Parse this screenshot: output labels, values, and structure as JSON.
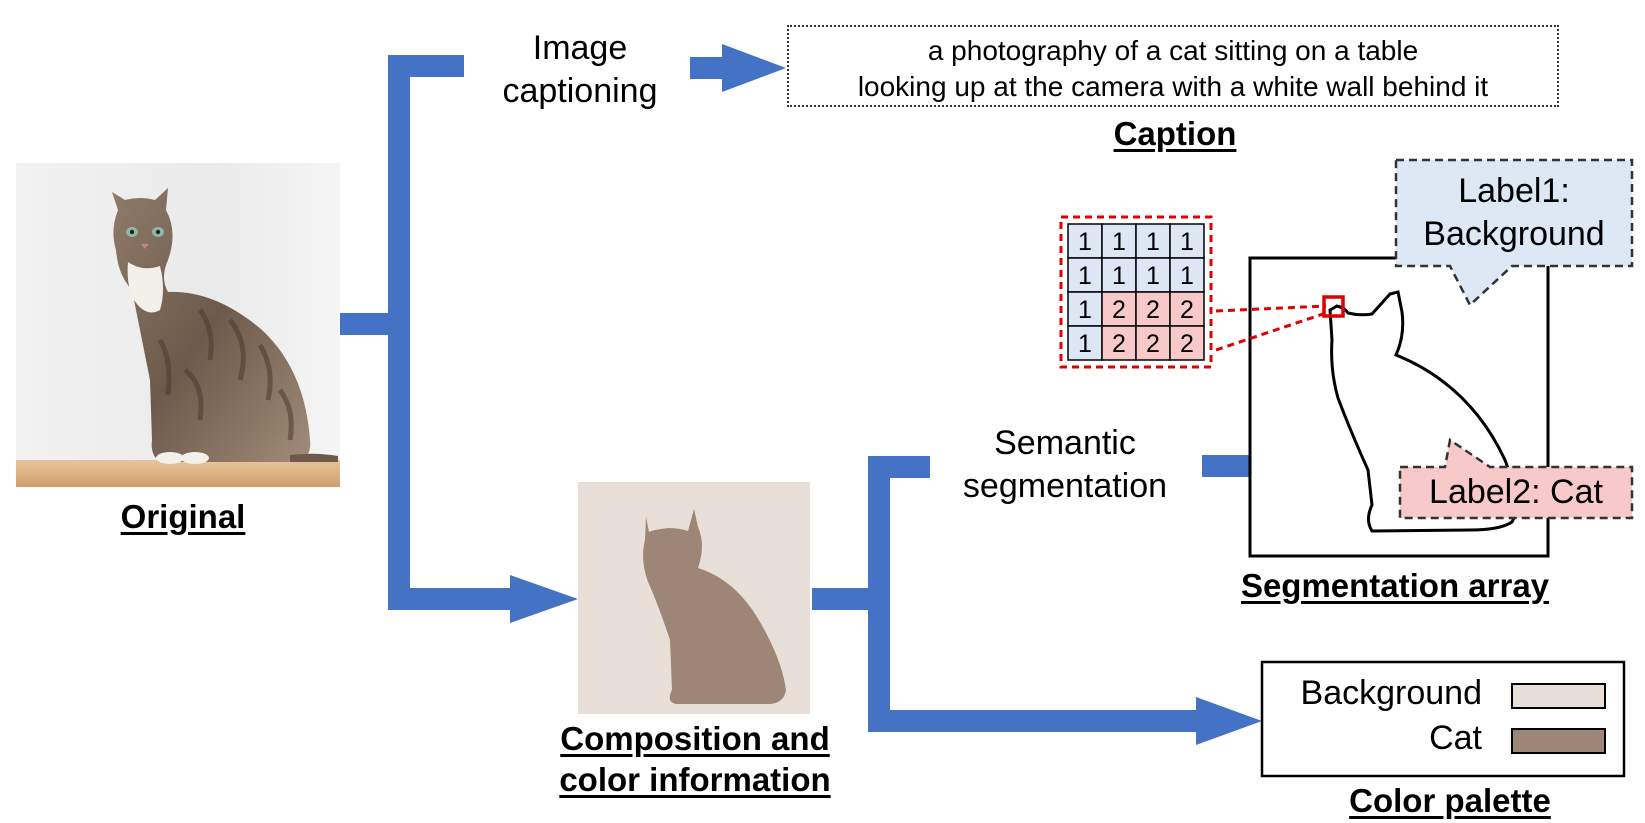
{
  "original": {
    "title": "Original"
  },
  "captioning": {
    "step_line1": "Image",
    "step_line2": "captioning",
    "caption_line1": "a photography of a cat sitting on a table",
    "caption_line2": "looking up at the camera with a white wall behind it",
    "title": "Caption"
  },
  "composition": {
    "title_line1": "Composition and",
    "title_line2": "color information"
  },
  "segmentation": {
    "step_line1": "Semantic",
    "step_line2": "segmentation",
    "label1_line1": "Label1:",
    "label1_line2": "Background",
    "label2": "Label2: Cat",
    "title": "Segmentation array",
    "grid": [
      [
        "1",
        "1",
        "1",
        "1"
      ],
      [
        "1",
        "1",
        "1",
        "1"
      ],
      [
        "1",
        "2",
        "2",
        "2"
      ],
      [
        "1",
        "2",
        "2",
        "2"
      ]
    ]
  },
  "palette": {
    "items": [
      {
        "name": "Background",
        "color": "#e8e0d8"
      },
      {
        "name": "Cat",
        "color": "#9d8676"
      }
    ],
    "title": "Color palette"
  },
  "colors": {
    "arrow": "#4472c4",
    "label1_fill": "#dce8f4",
    "label2_fill": "#f8c9c9",
    "grid_bg_fill": "#dce6f4",
    "grid_cat_fill": "#f8c9c9",
    "highlight": "#e00000"
  }
}
